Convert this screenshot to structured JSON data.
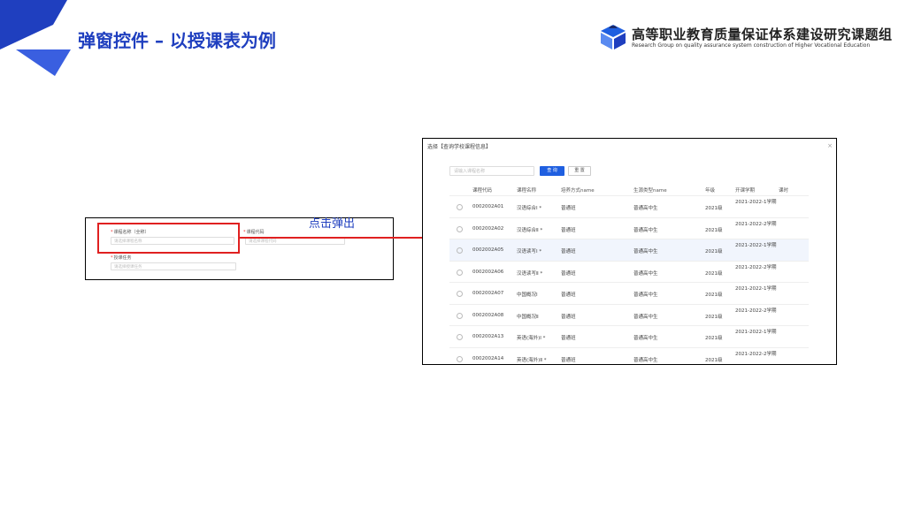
{
  "slide": {
    "title": "弹窗控件 – 以授课表为例",
    "org_cn": "高等职业教育质量保证体系建设研究课题组",
    "org_en": "Research Group on quality assurance system construction of Higher Vocational Education",
    "accent": "#1f3fbf",
    "highlight_color": "#e02020"
  },
  "form": {
    "course_name_label": "课程名称（全称）",
    "course_name_placeholder": "请选择课程名称",
    "course_code_label": "课程代码",
    "course_code_placeholder": "请选择课程代码",
    "task_label": "授课任务",
    "task_placeholder": "请选择授课任务",
    "required_mark": "*"
  },
  "annotation": {
    "popup_text": "点击弹出"
  },
  "dialog": {
    "title": "选择【查询学校课程信息】",
    "close": "×",
    "search_placeholder": "请输入课程名称",
    "query_button": "查 询",
    "reset_button": "重 置",
    "columns": [
      "课程代码",
      "课程名称",
      "培养方式name",
      "生源类型name",
      "年级",
      "开课学期",
      "课时"
    ],
    "rows": [
      {
        "code": "0002002A01",
        "name": "汉语综合Ⅰ *",
        "mode": "普通班",
        "source": "普通高中生",
        "grade": "2021级",
        "term": "2021-2022-1学期"
      },
      {
        "code": "0002002A02",
        "name": "汉语综合Ⅱ *",
        "mode": "普通班",
        "source": "普通高中生",
        "grade": "2021级",
        "term": "2021-2022-2学期"
      },
      {
        "code": "0002002A05",
        "name": "汉语读写Ⅰ *",
        "mode": "普通班",
        "source": "普通高中生",
        "grade": "2021级",
        "term": "2021-2022-1学期"
      },
      {
        "code": "0002002A06",
        "name": "汉语读写Ⅱ *",
        "mode": "普通班",
        "source": "普通高中生",
        "grade": "2021级",
        "term": "2021-2022-2学期"
      },
      {
        "code": "0002002A07",
        "name": "中国概况Ⅰ",
        "mode": "普通班",
        "source": "普通高中生",
        "grade": "2021级",
        "term": "2021-2022-1学期"
      },
      {
        "code": "0002002A08",
        "name": "中国概况Ⅱ",
        "mode": "普通班",
        "source": "普通高中生",
        "grade": "2021级",
        "term": "2021-2022-2学期"
      },
      {
        "code": "0002002A13",
        "name": "英语(海外)Ⅰ *",
        "mode": "普通班",
        "source": "普通高中生",
        "grade": "2021级",
        "term": "2021-2022-1学期"
      },
      {
        "code": "0002002A14",
        "name": "英语(海外)Ⅱ *",
        "mode": "普通班",
        "source": "普通高中生",
        "grade": "2021级",
        "term": "2021-2022-2学期"
      }
    ]
  }
}
